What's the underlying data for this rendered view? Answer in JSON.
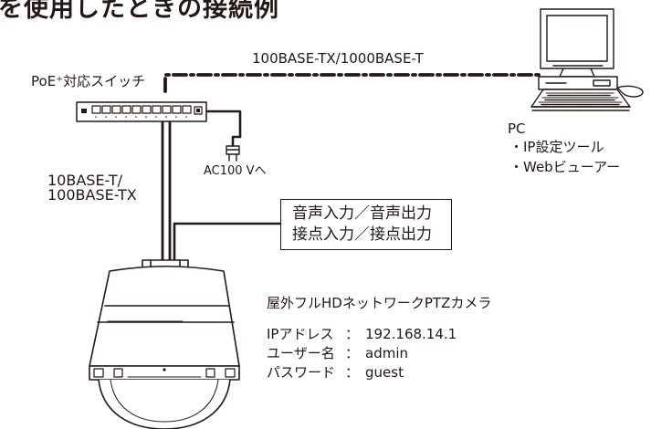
{
  "title": "を使用したときの接続例",
  "pc": {
    "label": "PC",
    "items": [
      "・IP設定ツール",
      "・Webビューアー"
    ]
  },
  "switch_label": "PoE⁺対応スイッチ",
  "link_pc": "100BASE-TX/1000BASE-T",
  "power_label": "AC100 Vへ",
  "link_camera": [
    "10BASE-T/",
    "100BASE-TX"
  ],
  "audio_box": [
    "音声入力／音声出力",
    "接点入力／接点出力"
  ],
  "camera": {
    "name": "屋外フルHDネットワークPTZカメラ",
    "ip_label": "IPアドレス",
    "ip_value": "192.168.14.1",
    "user_label": "ユーザー名",
    "user_value": "admin",
    "pass_label": "パスワード",
    "pass_value": "guest",
    "separator": "："
  },
  "colors": {
    "ink": "#231815",
    "background": "#ffffff"
  }
}
